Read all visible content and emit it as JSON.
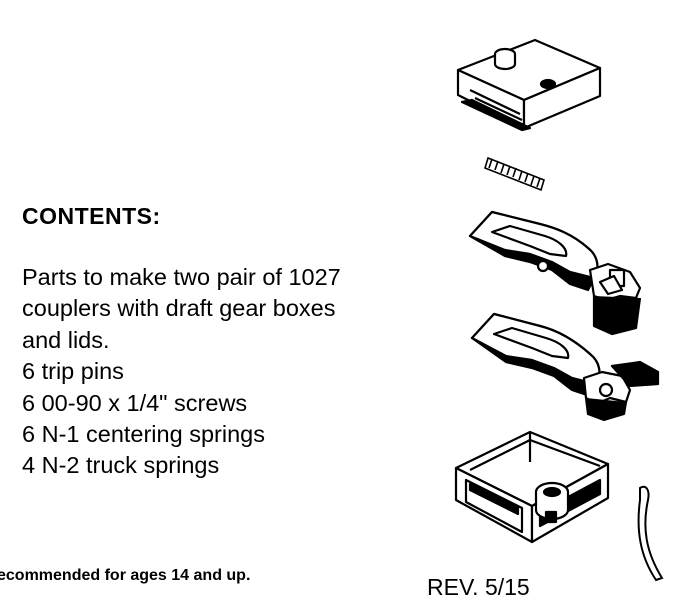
{
  "heading": "CONTENTS:",
  "contents_lines": [
    "Parts to make two pair of 1027",
    "couplers with draft gear boxes",
    "and lids.",
    "6 trip pins",
    "6 00-90 x 1/4\" screws",
    "6 N-1 centering springs",
    "4 N-2 truck springs"
  ],
  "age_note": "ecommended for ages 14 and up.",
  "revision": "REV. 5/15",
  "illustration": {
    "parts": [
      "draft-gear-box-lid",
      "centering-spring",
      "coupler-upper",
      "coupler-lower",
      "draft-gear-box",
      "trip-pin"
    ]
  }
}
